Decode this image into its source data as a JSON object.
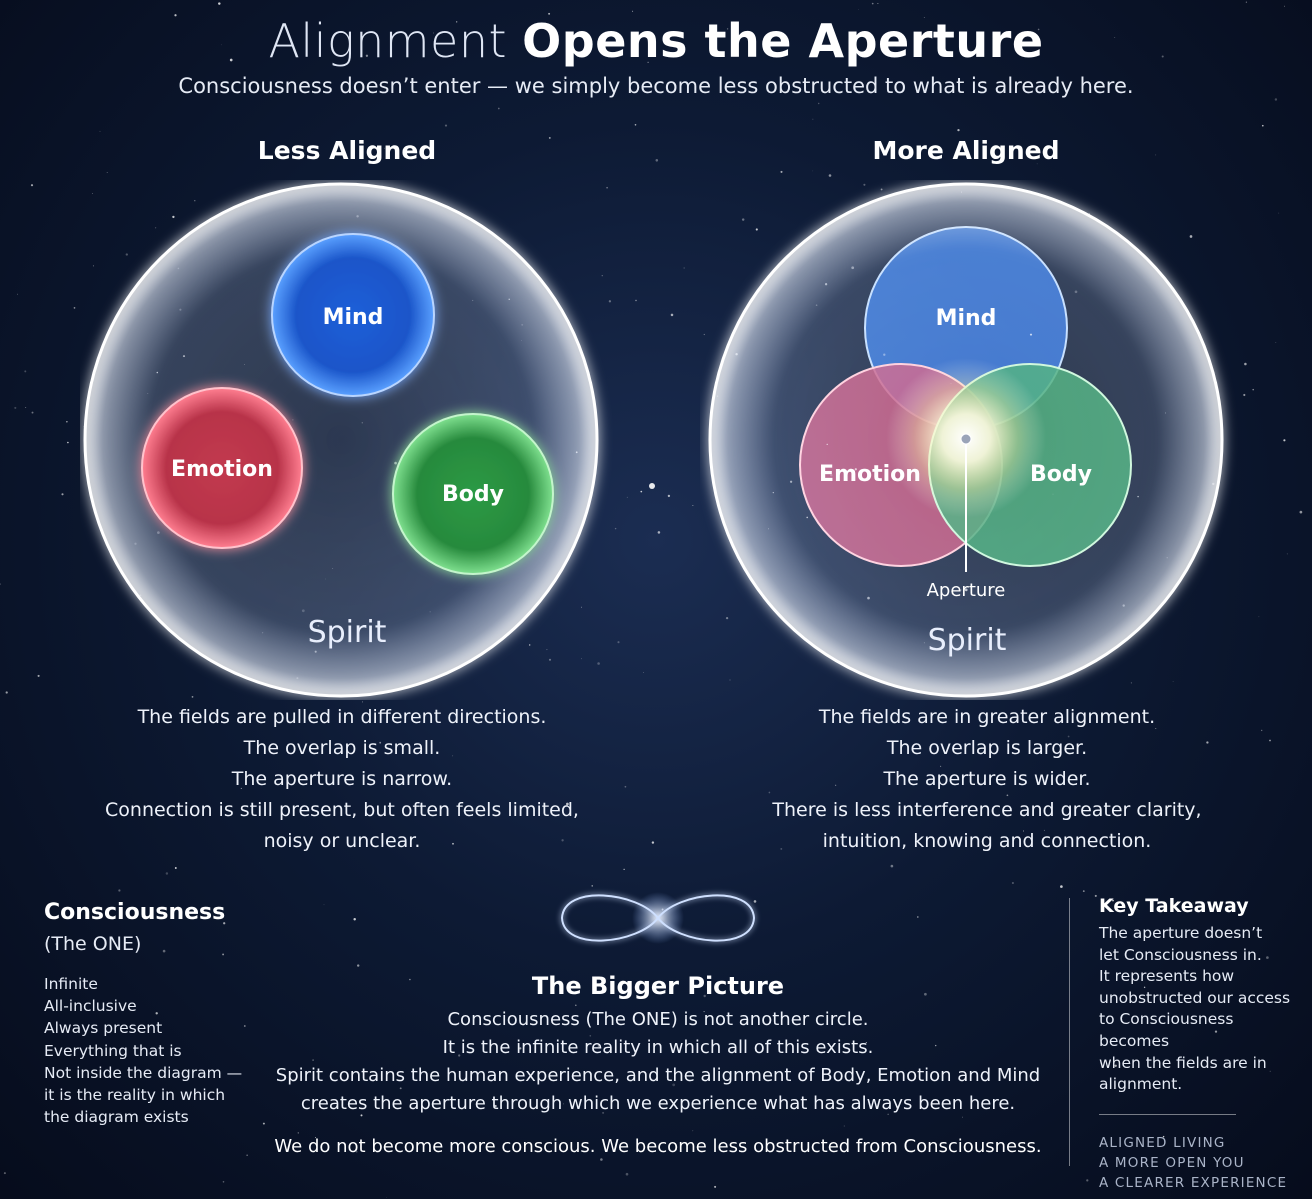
{
  "header": {
    "title_light": "Alignment",
    "title_bold": "Opens the Aperture",
    "subtitle": "Consciousness doesn’t enter — we simply become less obstructed to what is already here."
  },
  "left_panel": {
    "title": "Less Aligned",
    "fields": {
      "mind": "Mind",
      "emotion": "Emotion",
      "body": "Body",
      "spirit": "Spirit"
    },
    "description": [
      "The fields are pulled in different directions.",
      "The overlap is small.",
      "The aperture is narrow.",
      "Connection is still present, but often feels limited,",
      "noisy or unclear."
    ]
  },
  "right_panel": {
    "title": "More Aligned",
    "fields": {
      "mind": "Mind",
      "emotion": "Emotion",
      "body": "Body",
      "spirit": "Spirit",
      "aperture": "Aperture"
    },
    "description": [
      "The fields are in greater alignment.",
      "The overlap is larger.",
      "The aperture is wider.",
      "There is less interference and greater clarity,",
      "intuition, knowing and connection."
    ]
  },
  "consciousness": {
    "heading": "Consciousness",
    "subheading": "(The ONE)",
    "items": [
      "Infinite",
      "All-inclusive",
      "Always present",
      "Everything that is",
      "Not inside the diagram —",
      "it is the reality in which",
      "the diagram exists"
    ]
  },
  "bigger_picture": {
    "heading": "The Bigger Picture",
    "lines": [
      "Consciousness (The ONE) is not another circle.",
      "It is the infinite reality in which all of this exists.",
      "Spirit contains the human experience, and the alignment of Body, Emotion and Mind",
      "creates the aperture through which we experience what has always been here."
    ],
    "closing": "We do not become more conscious. We become less obstructed from Consciousness."
  },
  "key_takeaway": {
    "heading": "Key Takeaway",
    "lines": [
      "The aperture doesn’t",
      "let Consciousness in.",
      "It represents how",
      "unobstructed our access",
      "to Consciousness becomes",
      "when the fields are in",
      "alignment."
    ],
    "tags": [
      "ALIGNED LIVING",
      "A MORE OPEN YOU",
      "A CLEARER EXPERIENCE"
    ]
  },
  "colors": {
    "mind": "#1f6fe0",
    "emotion": "#e0415a",
    "body": "#2fa84a",
    "spirit_glow": "#dfeaff",
    "background": "#0d1a34"
  },
  "icons": {
    "infinity": "infinity-icon"
  }
}
